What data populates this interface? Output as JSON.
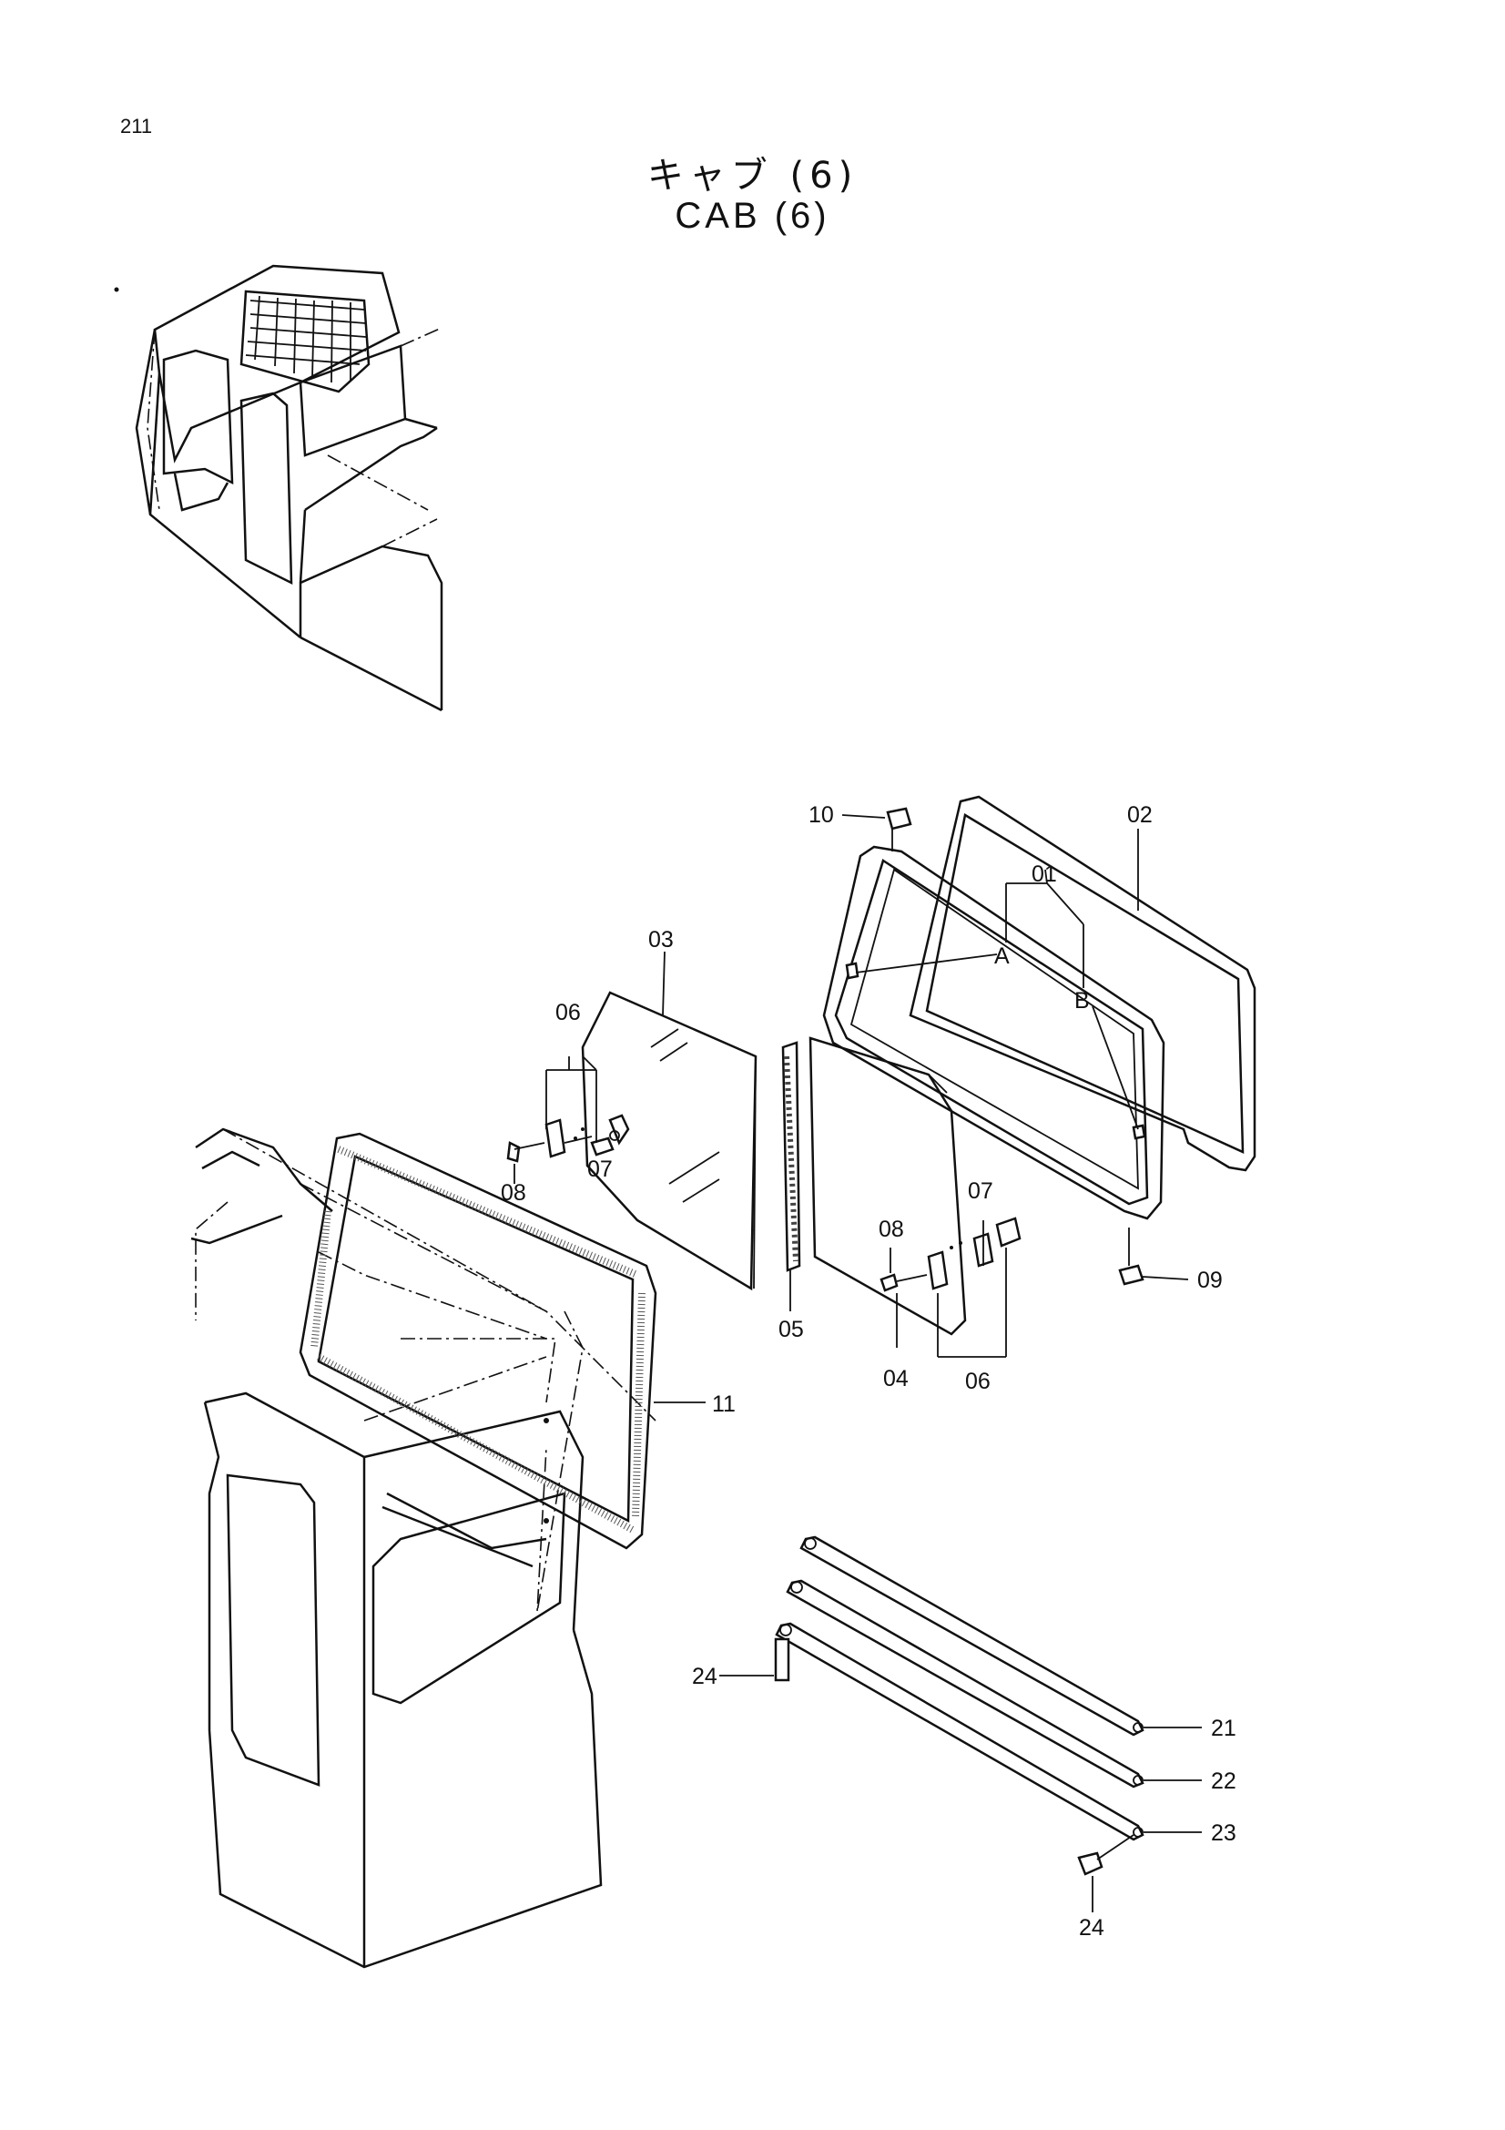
{
  "page": {
    "number": "211",
    "title_jp": "キャブ (6)",
    "title_en": "CAB (6)"
  },
  "callouts": {
    "c01": "01",
    "c02": "02",
    "c03": "03",
    "c04": "04",
    "c05": "05",
    "c06a": "06",
    "c06b": "06",
    "c07a": "07",
    "c07b": "07",
    "c08a": "08",
    "c08b": "08",
    "c09": "09",
    "c10": "10",
    "c11": "11",
    "c21": "21",
    "c22": "22",
    "c23": "23",
    "c24a": "24",
    "c24b": "24",
    "refA": "A",
    "refB": "B"
  }
}
